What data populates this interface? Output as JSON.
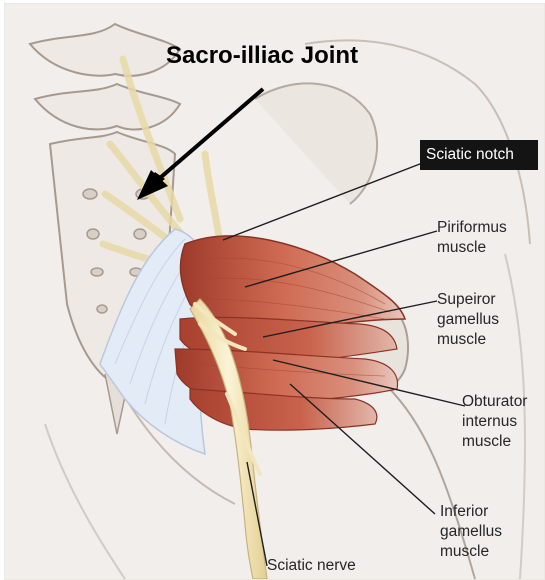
{
  "title": "Sacro-illiac Joint",
  "labels": {
    "sciatic_notch": "Sciatic notch",
    "piriformus": "Piriformus\nmuscle",
    "superior_gamellus": "Supeiror\ngamellus\nmuscle",
    "obturator": "Obturator\ninternus\nmuscle",
    "inferior_gamellus": "Inferior\ngamellus\nmuscle",
    "sciatic_nerve": "Sciatic nerve"
  },
  "colors": {
    "muscle": "#c8604a",
    "nerve": "#f0e2b0",
    "ligament": "#dfe8f4",
    "bone_line": "#a69a90",
    "background": "#f1eeec"
  }
}
